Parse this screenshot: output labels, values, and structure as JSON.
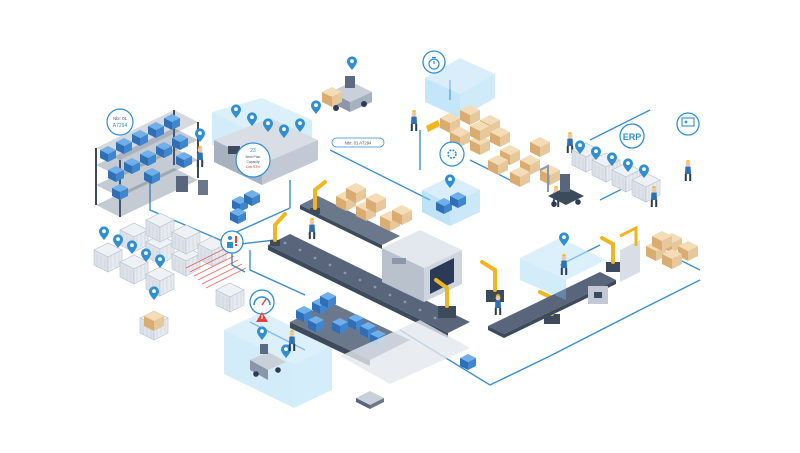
{
  "colors": {
    "accent": "#2f8fd3",
    "line": "#3a8fd0",
    "glass": "#7ec8f0",
    "rack": "#3d4a5c",
    "crate": "#3f86cf",
    "carton": "#e8c79a",
    "robot": "#f2b51d",
    "conveyor": "#59657a",
    "alert": "#e8413c"
  },
  "callouts": {
    "erp": "ERP",
    "storage_bubble_line1": "Nbr: 01",
    "storage_bubble_line2": "A7294",
    "tag_label": "Nbr: 01 A7294",
    "cell_bubble_line1": "23",
    "cell_bubble_line2": "Next Plan",
    "cell_bubble_line3": "Capacity",
    "cell_bubble_line4": "Low 93%"
  },
  "icons": {
    "stopwatch": "stopwatch-icon",
    "monitor": "monitor-user-icon",
    "gauge": "gauge-icon",
    "warning": "warning-icon",
    "worker": "worker-alert-icon",
    "gear": "gear-icon",
    "pin": "location-pin-icon"
  }
}
